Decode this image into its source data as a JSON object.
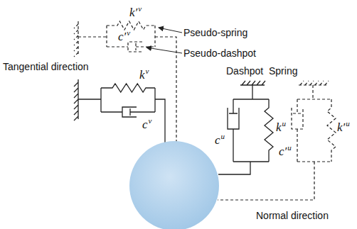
{
  "diagram": {
    "labels": [
      "Pseudo-spring",
      "Pseudo-dashpot",
      "Tangential direction",
      "Dashpot",
      "Spring",
      "Normal direction",
      "k′",
      "v",
      "c′",
      "v",
      "k",
      "v",
      "c",
      "v",
      "c",
      "u",
      "k",
      "u",
      "c′",
      "u",
      "k′",
      "u"
    ]
  }
}
